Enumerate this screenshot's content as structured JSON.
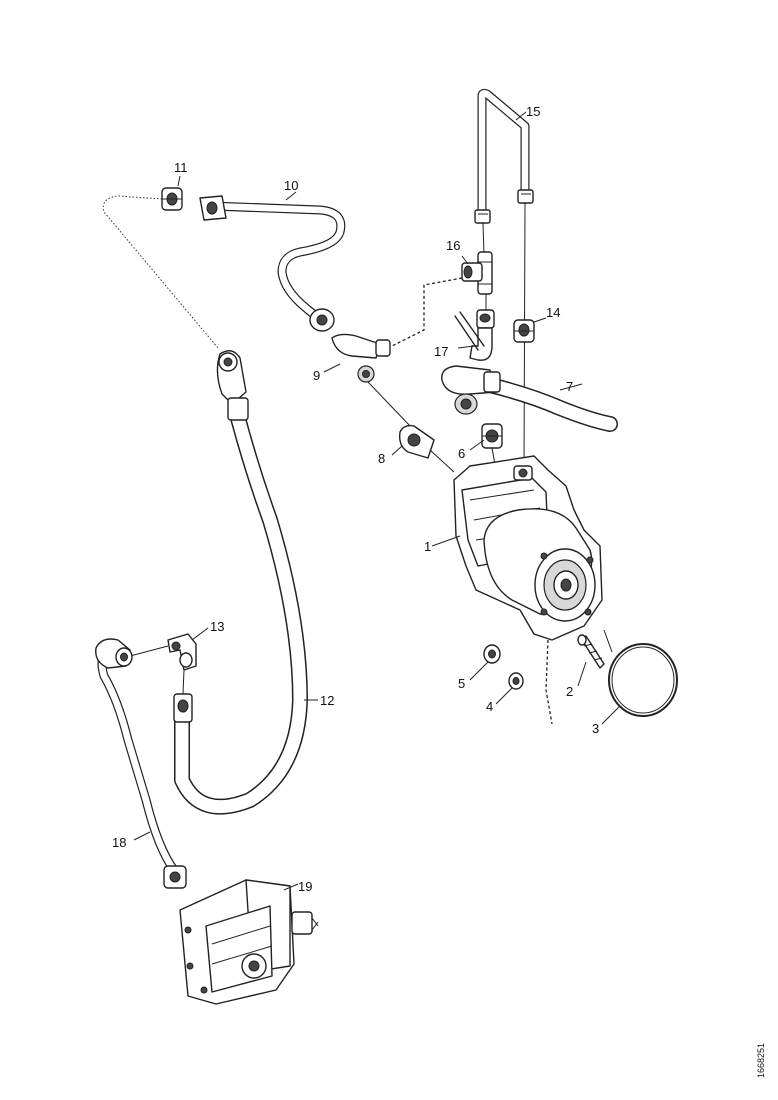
{
  "callouts": {
    "c1": "1",
    "c2": "2",
    "c3": "3",
    "c4": "4",
    "c5": "5",
    "c6": "6",
    "c7": "7",
    "c8": "8",
    "c9": "9",
    "c10": "10",
    "c11": "11",
    "c12": "12",
    "c13": "13",
    "c14": "14",
    "c15": "15",
    "c16": "16",
    "c17": "17",
    "c18": "18",
    "c19": "19"
  },
  "reference_number": "1668251"
}
